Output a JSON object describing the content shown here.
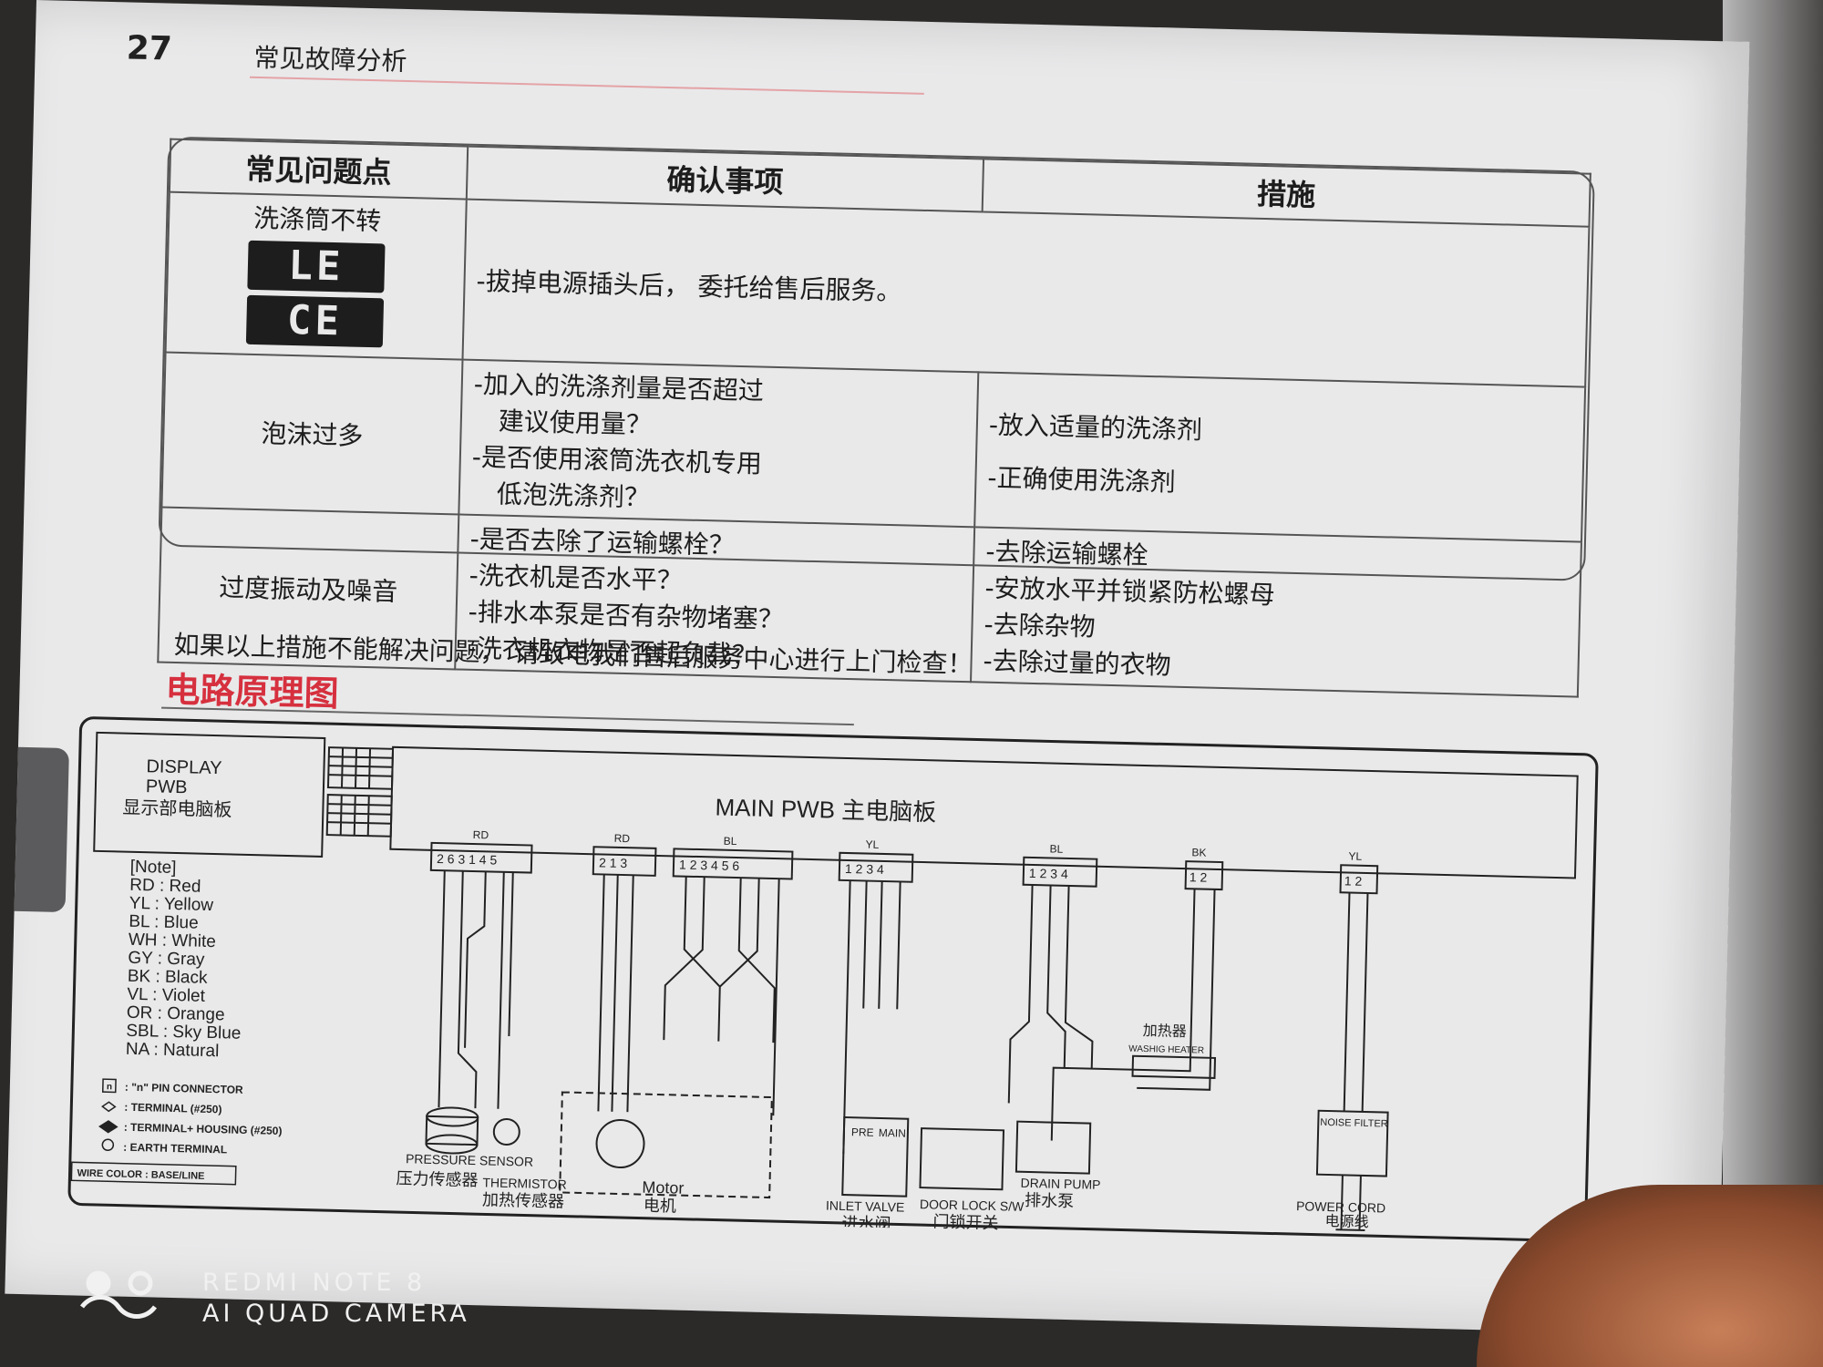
{
  "page": {
    "number": "27",
    "title": "常见故障分析"
  },
  "table": {
    "headers": [
      "常见问题点",
      "确认事项",
      "措施"
    ],
    "rows": [
      {
        "problem": "洗涤筒不转",
        "display_codes": [
          "LE",
          "CE"
        ],
        "check": [
          "-拔掉电源插头后， 委托给售后服务。"
        ],
        "action": []
      },
      {
        "problem": "泡沫过多",
        "check": [
          "-加入的洗涤剂量是否超过",
          "建议使用量？",
          "-是否使用滚筒洗衣机专用",
          "低泡洗涤剂？"
        ],
        "action": [
          "-放入适量的洗涤剂",
          "-正确使用洗涤剂"
        ]
      },
      {
        "problem": "过度振动及噪音",
        "check": [
          "-是否去除了运输螺栓？",
          "-洗衣机是否水平？",
          "-排水本泵是否有杂物堵塞？",
          "-洗衣机衣物是否超负载？"
        ],
        "action": [
          "-去除运输螺栓",
          "-安放水平并锁紧防松螺母",
          "-去除杂物",
          "-去除过量的衣物"
        ]
      }
    ]
  },
  "advice": "如果以上措施不能解决问题， 请致电我们售后服务中心进行上门检查！",
  "section_title": "电路原理图",
  "diagram": {
    "display_pwb": [
      "DISPLAY",
      "PWB",
      "显示部电脑板"
    ],
    "main_pwb": "MAIN PWB 主电脑板",
    "connector_colors": [
      "RD",
      "RD",
      "BL",
      "YL",
      "BL",
      "BK",
      "YL"
    ],
    "pins": [
      "2 6 3 1 4 5",
      "2 1 3",
      "1 2 3 4 5 6",
      "1 2 3 4",
      "1 2 3 4",
      "1 2",
      "1 2"
    ],
    "note_title": "[Note]",
    "color_notes": [
      "RD : Red",
      "YL : Yellow",
      "BL : Blue",
      "WH : White",
      "GY : Gray",
      "BK : Black",
      "VL : Violet",
      "OR : Orange",
      "SBL : Sky Blue",
      "NA : Natural"
    ],
    "legend": [
      ": \"n\" PIN CONNECTOR",
      ": TERMINAL (#250)",
      ": TERMINAL+ HOUSING (#250)",
      ": EARTH TERMINAL"
    ],
    "legend_n": "n",
    "wire_color": "WIRE COLOR : BASE/LINE",
    "components": [
      {
        "en": "PRESSURE SENSOR",
        "cn": "压力传感器"
      },
      {
        "en": "THERMISTOR",
        "cn": "加热传感器"
      },
      {
        "en": "Motor",
        "cn": "电机"
      },
      {
        "en": "INLET VALVE",
        "cn": "进水阀"
      },
      {
        "en": "DOOR LOCK S/W",
        "cn": "门锁开关"
      },
      {
        "en": "DRAIN PUMP",
        "cn": "排水泵"
      },
      {
        "en": "WASHIG HEATER",
        "cn": "加热器"
      },
      {
        "en": "NOISE FILTER",
        "cn": ""
      },
      {
        "en": "POWER CORD",
        "cn": "电源线"
      }
    ],
    "valve_labels": [
      "PRE",
      "MAIN"
    ]
  },
  "watermark": {
    "line1": "REDMI NOTE 8",
    "line2": "AI QUAD CAMERA"
  }
}
